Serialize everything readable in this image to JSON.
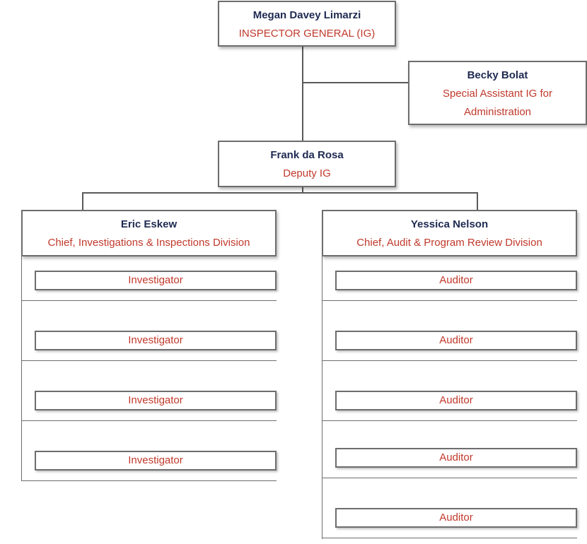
{
  "ig": {
    "name": "Megan Davey Limarzi",
    "title": "INSPECTOR GENERAL (IG)"
  },
  "assistant": {
    "name": "Becky Bolat",
    "title_line1": "Special Assistant IG for",
    "title_line2": "Administration"
  },
  "deputy": {
    "name": "Frank da Rosa",
    "title": "Deputy IG"
  },
  "investigations": {
    "name": "Eric Eskew",
    "title": "Chief, Investigations & Inspections Division",
    "staff": [
      "Investigator",
      "Investigator",
      "Investigator",
      "Investigator"
    ]
  },
  "audit": {
    "name": "Yessica Nelson",
    "title": "Chief, Audit & Program Review Division",
    "staff": [
      "Auditor",
      "Auditor",
      "Auditor",
      "Auditor",
      "Auditor"
    ]
  },
  "colors": {
    "name": "#1f2a52",
    "title": "#c0392b",
    "border": "#6d6d6d"
  }
}
